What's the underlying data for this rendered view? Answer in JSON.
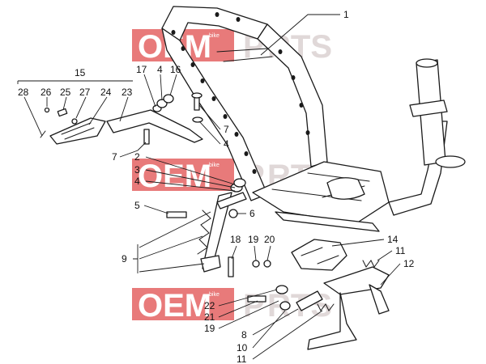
{
  "watermark": {
    "brand_left": "OEM",
    "brand_right": "RTS",
    "brand_letter": "P",
    "small_text": "bike",
    "box_color": "#e87a7a",
    "text_color": "#e6dede"
  },
  "callouts": {
    "c1": "1",
    "c15": "15",
    "c28": "28",
    "c26": "26",
    "c25": "25",
    "c27": "27",
    "c24": "24",
    "c23": "23",
    "c17": "17",
    "c4a": "4",
    "c16": "16",
    "c7a": "7",
    "c4b": "4",
    "c7b": "7",
    "c2": "2",
    "c3": "3",
    "c4c": "4",
    "c5": "5",
    "c6": "6",
    "c9": "9",
    "c18": "18",
    "c19a": "19",
    "c20": "20",
    "c14": "14",
    "c11a": "11",
    "c12": "12",
    "c22": "22",
    "c21": "21",
    "c19b": "19",
    "c8": "8",
    "c10": "10",
    "c11b": "11"
  }
}
